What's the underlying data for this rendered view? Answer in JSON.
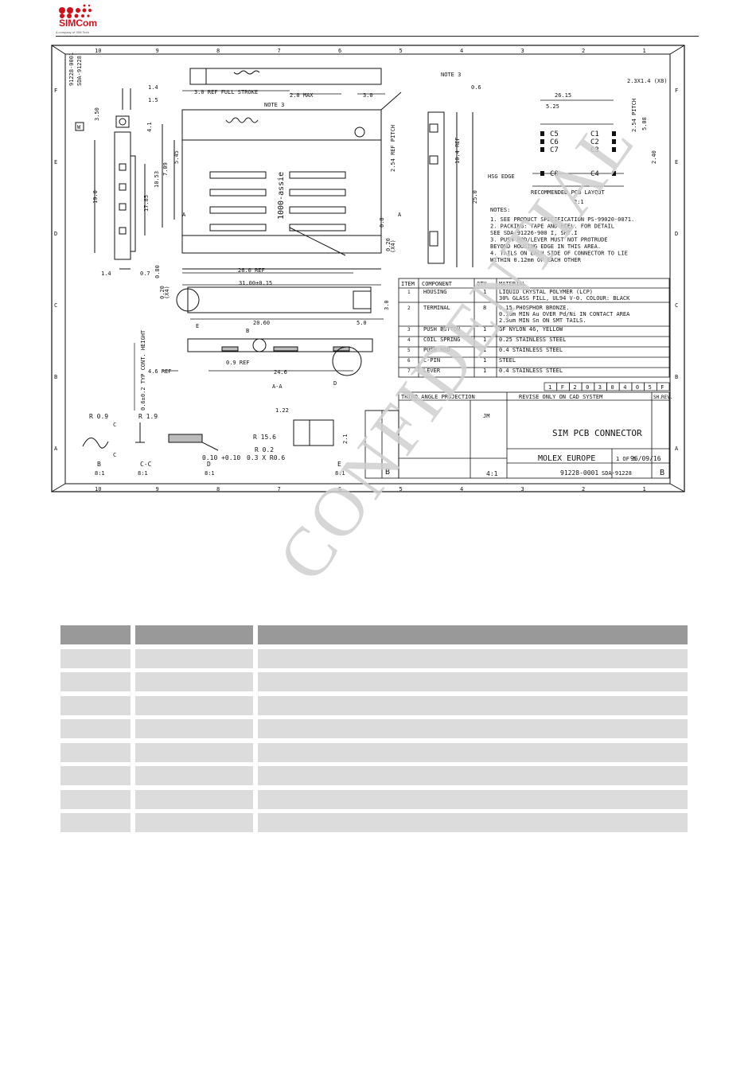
{
  "header": {
    "logo_text": "SIMCom",
    "logo_tagline": "A company of SIM Tech"
  },
  "drawing": {
    "border_cols_top": [
      "10",
      "9",
      "8",
      "7",
      "6",
      "5",
      "4",
      "3",
      "2",
      "1"
    ],
    "border_rows": [
      "F",
      "E",
      "D",
      "C",
      "B",
      "A"
    ],
    "notes_title": "NOTES:",
    "notes": [
      "1. SEE PRODUCT SPECIFICATION PS-99020-0071.",
      "2. PACKING: TAPE AND REEL. FOR DETAIL",
      "   SEE SDA-91226-900 I, SHT.I",
      "3. PUSH ROD/LEVER MUST NOT PROTRUDE",
      "   BEYOND HOUSING EDGE IN THIS AREA.",
      "4. TAILS ON EACH SIDE OF CONNECTOR TO LIE",
      "   WITHIN 0.12mm OF EACH OTHER"
    ],
    "pcb_layout_label": "RECOMMENDED PCB LAYOUT",
    "pcb_scale": "2:1",
    "pcb_contacts_left": [
      "C5",
      "C6",
      "C7",
      "C8"
    ],
    "pcb_contacts_right": [
      "C1",
      "C2",
      "C3",
      "C4"
    ],
    "hsg_edge": "HSG EDGE",
    "dims": {
      "d1": "3.0 REF FULL STROKE",
      "d2": "2.0 MAX",
      "d3": "3.0",
      "d4": "NOTE 3",
      "d5": "0.6",
      "d6": "26.15",
      "d7": "5.25",
      "d8": "2.3X1.4 (X8)",
      "d9": "2.54 PITCH",
      "d10": "5.08",
      "d11": "2.40",
      "d12": "10.4 REF",
      "d13": "25.0",
      "d14": "2.54 REF PITCH",
      "d15": "1.4",
      "d16": "1.5",
      "d17": "3.50",
      "d18": "4.1",
      "d19": "19.0",
      "d20": "17.85",
      "d21": "10.53",
      "d22": "7.09",
      "d23": "5.45",
      "d24": "26.0 REF",
      "d25": "31.00±0.15",
      "d26": "20.60",
      "d27": "5.0",
      "d28": "3.0",
      "d29": "0.9 REF",
      "d30": "24.6",
      "d31": "4.6 REF",
      "d32": "A-A",
      "d33": "0.7",
      "d34": "0.80",
      "d35": "0.8",
      "d36": "0.20",
      "d37": "(X4)",
      "d38": "0.6±0.2 TYP CONT. HEIGHT"
    },
    "bom_header": [
      "ITEM",
      "COMPONENT",
      "QTY",
      "MATERIAL"
    ],
    "bom": [
      {
        "item": "1",
        "component": "HOUSING",
        "qty": "1",
        "material": "LIQUID CRYSTAL POLYMER (LCP)",
        "material2": "30% GLASS FILL, UL94 V-0. COLOUR: BLACK"
      },
      {
        "item": "2",
        "component": "TERMINAL",
        "qty": "8",
        "material": "0.15 PHOSPHOR BRONZE.",
        "material2": "0.1um MIN Au OVER Pd/Ni IN CONTACT AREA",
        "material3": "2.5um MIN Sn ON SMT TAILS."
      },
      {
        "item": "3",
        "component": "PUSH BUTTON",
        "qty": "1",
        "material": "GF NYLON 46, YELLOW"
      },
      {
        "item": "4",
        "component": "COIL SPRING",
        "qty": "1",
        "material": "0.25 STAINLESS STEEL"
      },
      {
        "item": "5",
        "component": "PUSH ROD",
        "qty": "1",
        "material": "0.4 STAINLESS STEEL"
      },
      {
        "item": "6",
        "component": "C-PIN",
        "qty": "1",
        "material": "STEEL"
      },
      {
        "item": "7",
        "component": "LEVER",
        "qty": "1",
        "material": "0.4 STAINLESS STEEL"
      }
    ],
    "rev_cells": [
      "1",
      "F",
      "2",
      "0",
      "3",
      "0",
      "4",
      "0",
      "5",
      "F"
    ],
    "title_block": {
      "projection": "THIRD ANGLE PROJECTION",
      "revise": "REVISE ONLY ON CAD SYSTEM",
      "sh": "SH.",
      "rev": "REV.",
      "title": "SIM PCB CONNECTOR",
      "company": "MOLEX EUROPE",
      "sheet": "1 OF 5",
      "date": "96/09/16",
      "part_no": "91228-0001",
      "doc_no": "SDA-91228",
      "rev_letter": "B",
      "scale": "4:1",
      "drawn": "JM",
      "side_part": "91228-0001",
      "side_doc": "SDA-91228"
    },
    "details": [
      {
        "label": "B",
        "scale": "8:1",
        "r": "R 0.9"
      },
      {
        "label": "C-C",
        "scale": "8:1",
        "r": "R 1.9"
      },
      {
        "label": "D",
        "scale": "8:1",
        "r": "0.10 +0.10"
      },
      {
        "label": "E",
        "scale": "8:1",
        "r": "R 15.6"
      }
    ],
    "detail_e_dims": {
      "a": "1.22",
      "b": "R 0.2",
      "c": "0.3 X R0.6",
      "d": "2.1"
    },
    "section_letters": [
      "A",
      "A",
      "B",
      "C",
      "C",
      "D",
      "E"
    ],
    "assy_text": "1000-assie"
  },
  "watermark": "CONFIDENTIAL",
  "table": {
    "rows": 9
  }
}
